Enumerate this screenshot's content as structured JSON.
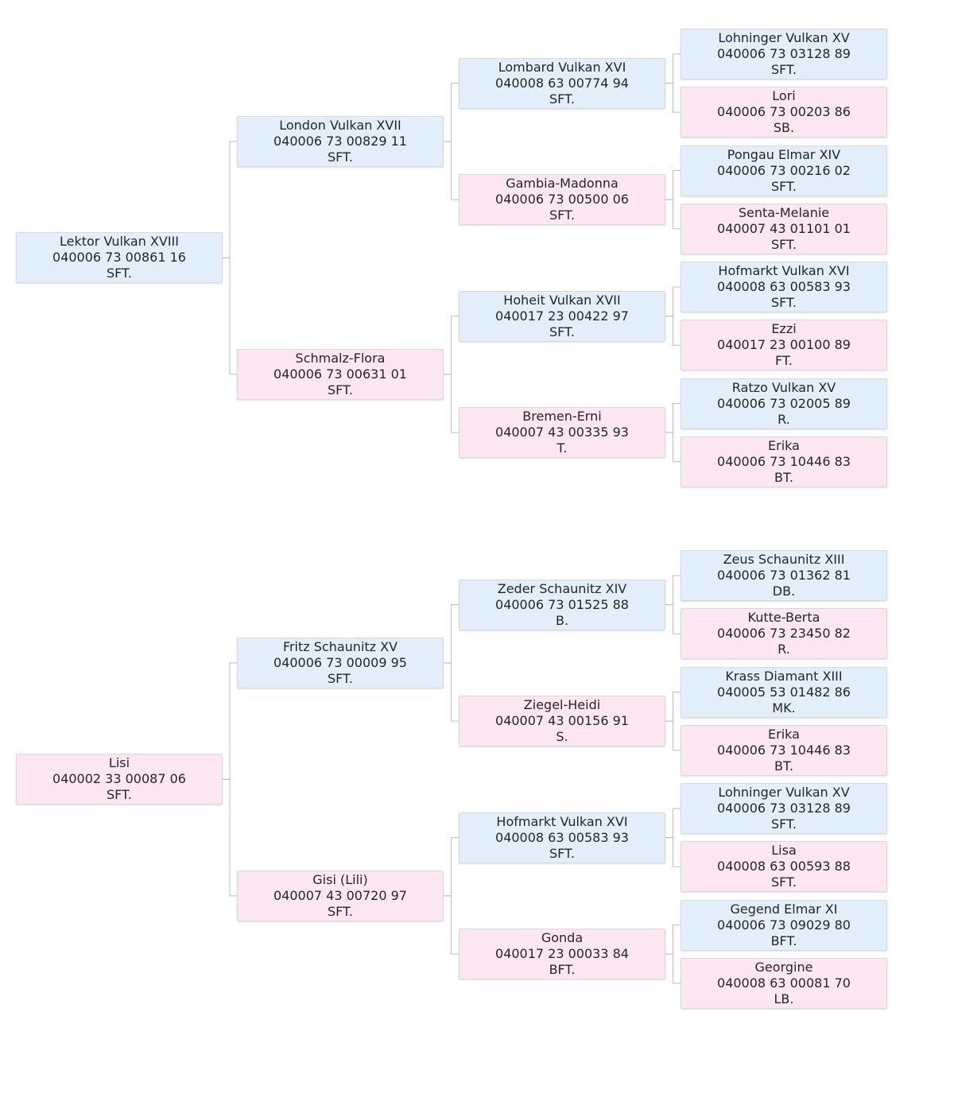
{
  "colors": {
    "male_fill": "#e2effb",
    "female_fill": "#fce6f2",
    "border": "#d9d9d9",
    "connector": "#bdbdbd",
    "text": "#262626"
  },
  "trees": [
    {
      "subject": {
        "name": "Lektor Vulkan XVIII",
        "reg": "040006 73 00861 16",
        "code": "SFT.",
        "sex": "male"
      },
      "sire": {
        "name": "London Vulkan XVII",
        "reg": "040006 73 00829 11",
        "code": "SFT.",
        "sex": "male"
      },
      "dam": {
        "name": "Schmalz-Flora",
        "reg": "040006 73 00631 01",
        "code": "SFT.",
        "sex": "female"
      },
      "sire_sire": {
        "name": "Lombard Vulkan XVI",
        "reg": "040008 63 00774 94",
        "code": "SFT.",
        "sex": "male"
      },
      "sire_dam": {
        "name": "Gambia-Madonna",
        "reg": "040006 73 00500 06",
        "code": "SFT.",
        "sex": "female"
      },
      "dam_sire": {
        "name": "Hoheit Vulkan XVII",
        "reg": "040017 23 00422 97",
        "code": "SFT.",
        "sex": "male"
      },
      "dam_dam": {
        "name": "Bremen-Erni",
        "reg": "040007 43 00335 93",
        "code": "T.",
        "sex": "female"
      },
      "ggp": [
        {
          "name": "Lohninger Vulkan XV",
          "reg": "040006 73 03128 89",
          "code": "SFT.",
          "sex": "male"
        },
        {
          "name": "Lori",
          "reg": "040006 73 00203 86",
          "code": "SB.",
          "sex": "female"
        },
        {
          "name": "Pongau Elmar XIV",
          "reg": "040006 73 00216 02",
          "code": "SFT.",
          "sex": "male"
        },
        {
          "name": "Senta-Melanie",
          "reg": "040007 43 01101 01",
          "code": "SFT.",
          "sex": "female"
        },
        {
          "name": "Hofmarkt Vulkan XVI",
          "reg": "040008 63 00583 93",
          "code": "SFT.",
          "sex": "male"
        },
        {
          "name": "Ezzi",
          "reg": "040017 23 00100 89",
          "code": "FT.",
          "sex": "female"
        },
        {
          "name": "Ratzo Vulkan XV",
          "reg": "040006 73 02005 89",
          "code": "R.",
          "sex": "male"
        },
        {
          "name": "Erika",
          "reg": "040006 73 10446 83",
          "code": "BT.",
          "sex": "female"
        }
      ]
    },
    {
      "subject": {
        "name": "Lisi",
        "reg": "040002 33 00087 06",
        "code": "SFT.",
        "sex": "female"
      },
      "sire": {
        "name": "Fritz Schaunitz XV",
        "reg": "040006 73 00009 95",
        "code": "SFT.",
        "sex": "male"
      },
      "dam": {
        "name": "Gisi (Lili)",
        "reg": "040007 43 00720 97",
        "code": "SFT.",
        "sex": "female"
      },
      "sire_sire": {
        "name": "Zeder Schaunitz XIV",
        "reg": "040006 73 01525 88",
        "code": "B.",
        "sex": "male"
      },
      "sire_dam": {
        "name": "Ziegel-Heidi",
        "reg": "040007 43 00156 91",
        "code": "S.",
        "sex": "female"
      },
      "dam_sire": {
        "name": "Hofmarkt Vulkan XVI",
        "reg": "040008 63 00583 93",
        "code": "SFT.",
        "sex": "male"
      },
      "dam_dam": {
        "name": "Gonda",
        "reg": "040017 23 00033 84",
        "code": "BFT.",
        "sex": "female"
      },
      "ggp": [
        {
          "name": "Zeus Schaunitz XIII",
          "reg": "040006 73 01362 81",
          "code": "DB.",
          "sex": "male"
        },
        {
          "name": "Kutte-Berta",
          "reg": "040006 73 23450 82",
          "code": "R.",
          "sex": "female"
        },
        {
          "name": "Krass Diamant XIII",
          "reg": "040005 53 01482 86",
          "code": "MK.",
          "sex": "male"
        },
        {
          "name": "Erika",
          "reg": "040006 73 10446 83",
          "code": "BT.",
          "sex": "female"
        },
        {
          "name": "Lohninger Vulkan XV",
          "reg": "040006 73 03128 89",
          "code": "SFT.",
          "sex": "male"
        },
        {
          "name": "Lisa",
          "reg": "040008 63 00593 88",
          "code": "SFT.",
          "sex": "female"
        },
        {
          "name": "Gegend Elmar XI",
          "reg": "040006 73 09029 80",
          "code": "BFT.",
          "sex": "male"
        },
        {
          "name": "Georgine",
          "reg": "040008 63 00081 70",
          "code": "LB.",
          "sex": "female"
        }
      ]
    }
  ]
}
